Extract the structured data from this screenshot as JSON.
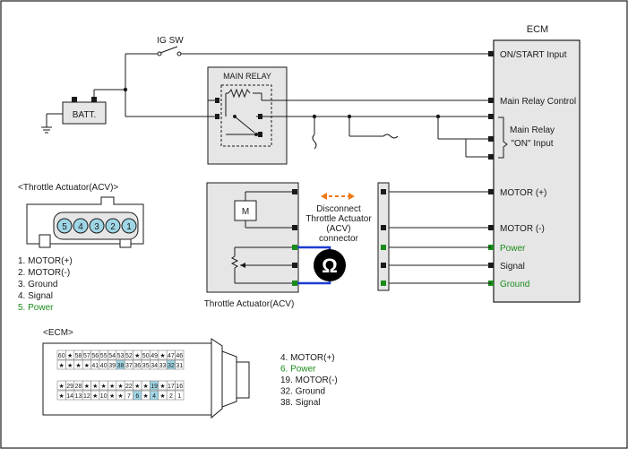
{
  "colors": {
    "ink": "#1a1a1a",
    "panel": "#e6e6e6",
    "green": "#1a8c1a",
    "blue": "#1e3cd2",
    "orange": "#f07814",
    "pin_fill": "#9fd6e6"
  },
  "labels": {
    "ecm": "ECM",
    "ig_sw": "IG SW",
    "batt": "BATT.",
    "main_relay": "MAIN RELAY",
    "throttle_actuator": "Throttle Actuator(ACV)",
    "motor_symbol": "M",
    "disconnect": [
      "Disconnect",
      "Throttle Actuator",
      "(ACV)",
      "connector"
    ]
  },
  "ecm_pins": [
    {
      "label": "ON/START Input",
      "color": "ink"
    },
    {
      "label": "Main Relay Control",
      "color": "ink"
    },
    {
      "label": "Main Relay",
      "color": "ink"
    },
    {
      "label": "\"ON\" Input",
      "color": "ink"
    },
    {
      "label": "MOTOR (+)",
      "color": "ink"
    },
    {
      "label": "MOTOR (-)",
      "color": "ink"
    },
    {
      "label": "Power",
      "color": "green"
    },
    {
      "label": "Signal",
      "color": "ink"
    },
    {
      "label": "Ground",
      "color": "green"
    }
  ],
  "acv_connector": {
    "title": "<Throttle Actuator(ACV)>",
    "pins": [
      "5",
      "4",
      "3",
      "2",
      "1"
    ],
    "legend": [
      {
        "text": "1. MOTOR(+)",
        "color": "ink"
      },
      {
        "text": "2. MOTOR(-)",
        "color": "ink"
      },
      {
        "text": "3. Ground",
        "color": "ink"
      },
      {
        "text": "4. Signal",
        "color": "ink"
      },
      {
        "text": "5. Power",
        "color": "green"
      }
    ]
  },
  "ecm_connector": {
    "title": "<ECM>",
    "rows": [
      [
        "60",
        "★",
        "58",
        "57",
        "56",
        "55",
        "54",
        "53",
        "52",
        "★",
        "50",
        "49",
        "★",
        "47",
        "46"
      ],
      [
        "★",
        "★",
        "★",
        "★",
        "41",
        "40",
        "39",
        "38",
        "37",
        "36",
        "35",
        "34",
        "33",
        "32",
        "31"
      ],
      [
        "★",
        "29",
        "28",
        "★",
        "★",
        "★",
        "★",
        "★",
        "22",
        "★",
        "★",
        "19",
        "★",
        "17",
        "16"
      ],
      [
        "★",
        "14",
        "13",
        "12",
        "★",
        "10",
        "★",
        "★",
        "7",
        "6",
        "★",
        "4",
        "★",
        "2",
        "1"
      ]
    ],
    "highlight": [
      "38",
      "32",
      "19",
      "6",
      "4"
    ],
    "legend": [
      {
        "text": "4. MOTOR(+)",
        "color": "ink"
      },
      {
        "text": "6. Power",
        "color": "green"
      },
      {
        "text": "19. MOTOR(-)",
        "color": "ink"
      },
      {
        "text": "32. Ground",
        "color": "ink"
      },
      {
        "text": "38. Signal",
        "color": "ink"
      }
    ]
  }
}
